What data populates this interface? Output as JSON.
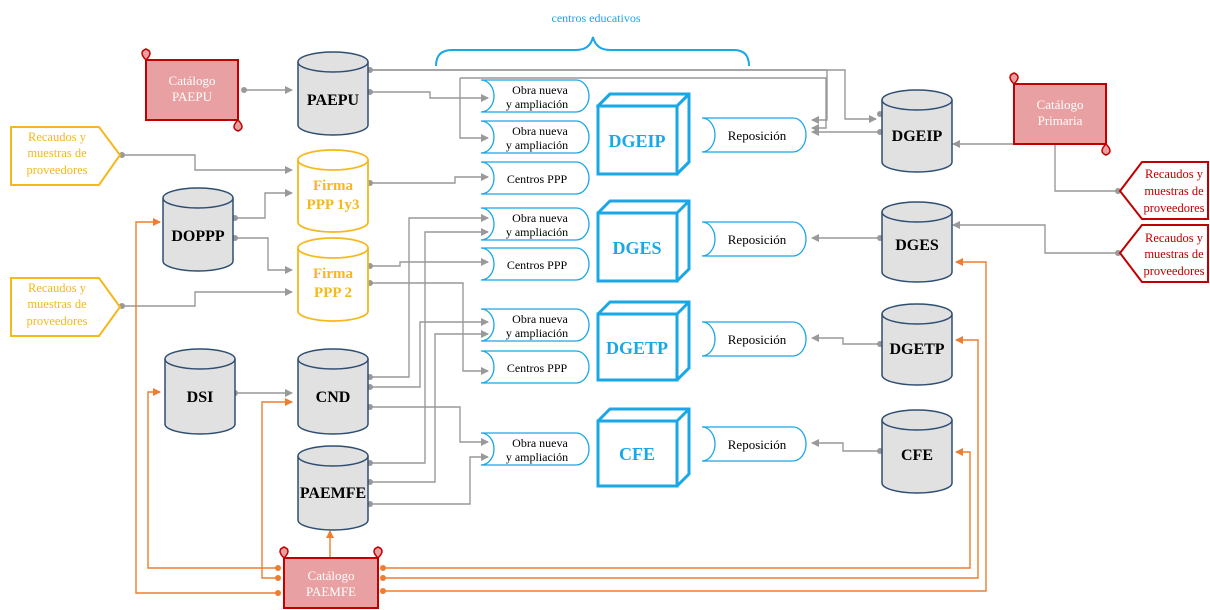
{
  "header": {
    "centros_label": "centros educativos"
  },
  "scrolls": {
    "paepu": [
      "Catálogo",
      "PAEPU"
    ],
    "primaria": [
      "Catálogo",
      "Primaria"
    ],
    "paemfe": [
      "Catálogo",
      "PAEMFE"
    ]
  },
  "databases": {
    "paepu": "PAEPU",
    "doppp": "DOPPP",
    "dsi": "DSI",
    "cnd": "CND",
    "paemfe": "PAEMFE",
    "dgeip": "DGEIP",
    "dges": "DGES",
    "dgetp": "DGETP",
    "cfe": "CFE"
  },
  "firmas": {
    "f1": [
      "Firma",
      "PPP 1y3"
    ],
    "f2": [
      "Firma",
      "PPP 2"
    ]
  },
  "providers": {
    "left_top": [
      "Recaudos y",
      "muestras de",
      "proveedores"
    ],
    "left_bottom": [
      "Recaudos y",
      "muestras de",
      "proveedores"
    ],
    "right_top": [
      "Recaudos y",
      "muestras de",
      "proveedores"
    ],
    "right_bottom": [
      "Recaudos y",
      "muestras de",
      "proveedores"
    ]
  },
  "entities": {
    "dgeip": "DGEIP",
    "dges": "DGES",
    "dgetp": "DGETP",
    "cfe": "CFE"
  },
  "pills": {
    "obra_nueva": [
      "Obra nueva",
      "y ampliación"
    ],
    "centros_ppp": "Centros PPP",
    "reposicion": "Reposición"
  },
  "colors": {
    "entity_blue": "#1aa7e6",
    "firma_yellow": "#f5b81d",
    "provider_red": "#c00000",
    "scroll_fill": "#e9a0a2",
    "arrow_gray": "#999999",
    "arrow_orange": "#ed7d31",
    "db_fill": "#e1e1e1",
    "db_stroke": "#2e4e72"
  }
}
